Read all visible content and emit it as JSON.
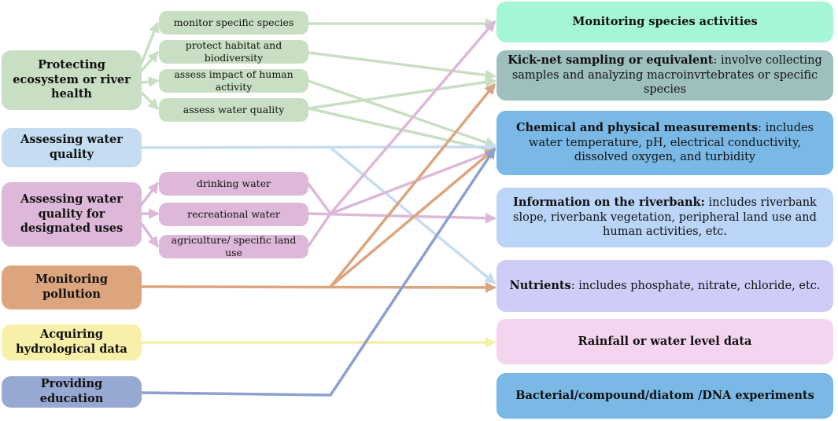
{
  "purposes": [
    {
      "id": "protecting",
      "label": "Protecting ecosystem or river health",
      "color": "#c9dfc3"
    },
    {
      "id": "assessing_wq",
      "label": "Assessing water quality",
      "color": "#c6ddf1"
    },
    {
      "id": "designated",
      "label": "Assessing water quality for designated uses",
      "color": "#ddb8d8"
    },
    {
      "id": "pollution",
      "label": "Monitoring pollution",
      "color": "#dca57d"
    },
    {
      "id": "hydro",
      "label": "Acquiring hydrological data",
      "color": "#f6f0a8"
    },
    {
      "id": "education",
      "label": "Providing education",
      "color": "#97a8d2"
    }
  ],
  "sub_purposes": [
    {
      "id": "species",
      "label": "monitor specific species",
      "group": "protecting"
    },
    {
      "id": "habitat",
      "label": "protect habitat and biodiversity",
      "group": "protecting"
    },
    {
      "id": "human",
      "label": "assess impact of human activity",
      "group": "protecting"
    },
    {
      "id": "wq",
      "label": "assess water quality",
      "group": "protecting"
    },
    {
      "id": "drinking",
      "label": "drinking water",
      "group": "designated"
    },
    {
      "id": "recreational",
      "label": "recreational water",
      "group": "designated"
    },
    {
      "id": "agriculture",
      "label": "agriculture/ specific land use",
      "group": "designated"
    }
  ],
  "methods": [
    {
      "id": "m_species",
      "bold": "Monitoring species activities",
      "rest": "",
      "color": "#a5f6d6"
    },
    {
      "id": "m_kick",
      "bold": "Kick-net sampling or equivalent",
      "rest": ": involve collecting samples and analyzing macroinvrtebrates or specific species",
      "color": "#9dbfbd"
    },
    {
      "id": "m_chem",
      "bold": "Chemical and physical measurements",
      "rest": ": includes water temperature, pH, electrical conductivity, dissolved oxygen, and turbidity",
      "color": "#7ab9e5"
    },
    {
      "id": "m_bank",
      "bold": "Information on the riverbank:",
      "rest": " includes riverbank slope, riverbank vegetation, peripheral land use and human activities, etc.",
      "color": "#bad5f8"
    },
    {
      "id": "m_nutrients",
      "bold": "Nutrients",
      "rest": ": includes phosphate, nitrate, chloride, etc.",
      "color": "#cdcdf7"
    },
    {
      "id": "m_rain",
      "bold": "Rainfall or water level data",
      "rest": "",
      "color": "#f4d5ef"
    },
    {
      "id": "m_dna",
      "bold": "Bacterial/compound/diatom /DNA experiments",
      "rest": "",
      "color": "#7ab9e5"
    }
  ],
  "arrow_colors": {
    "green": "#c9dfc3",
    "lightblue": "#c6ddf1",
    "pink": "#ddb8d8",
    "orange": "#dca57d",
    "yellow": "#f6f0a8",
    "blue": "#8ea0d0"
  }
}
